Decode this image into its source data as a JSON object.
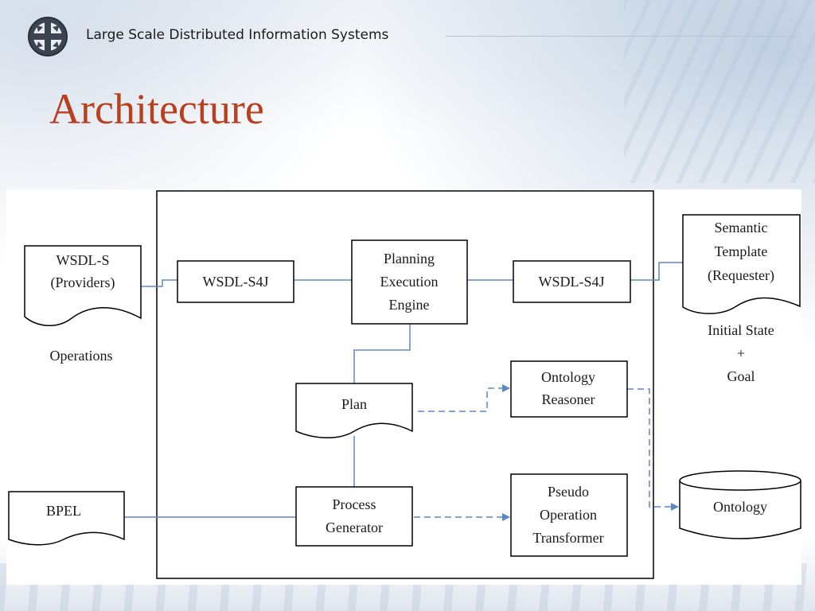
{
  "header": {
    "title": "Large Scale Distributed Information Systems"
  },
  "slide": {
    "title": "Architecture"
  },
  "colors": {
    "title": "#b8401f",
    "connector": "#5b87c5",
    "box_border": "#000000"
  },
  "logo": {
    "icon": "compass-logo-icon"
  },
  "diagram": {
    "nodes": {
      "wsdl_s": [
        "WSDL-S",
        "(Providers)"
      ],
      "operations": [
        "Operations"
      ],
      "wsdl_s4j_left": [
        "WSDL-S4J"
      ],
      "planning_engine": [
        "Planning",
        "Execution",
        "Engine"
      ],
      "wsdl_s4j_right": [
        "WSDL-S4J"
      ],
      "semantic_template": [
        "Semantic",
        "Template",
        "(Requester)"
      ],
      "initial_state": [
        "Initial State",
        "+",
        "Goal"
      ],
      "plan": [
        "Plan"
      ],
      "ontology_reasoner": [
        "Ontology",
        "Reasoner"
      ],
      "bpel": [
        "BPEL"
      ],
      "process_generator": [
        "Process",
        "Generator"
      ],
      "pseudo_transformer": [
        "Pseudo",
        "Operation",
        "Transformer"
      ],
      "ontology": [
        "Ontology"
      ]
    }
  }
}
